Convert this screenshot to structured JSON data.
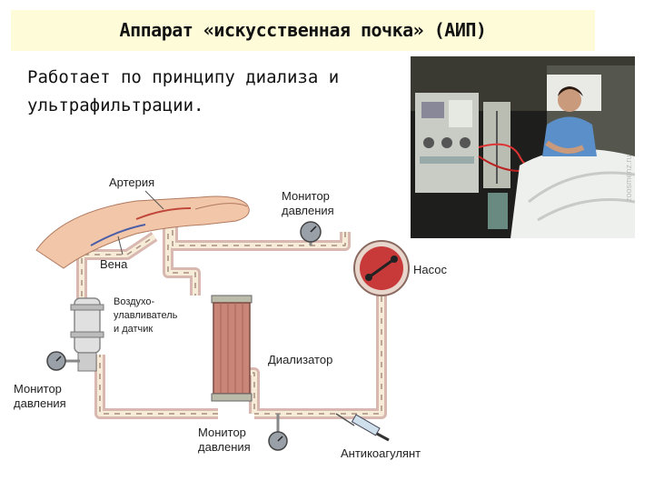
{
  "slide": {
    "title": "Аппарат «искусственная почка» (АИП)",
    "text_line1": "Работает по принципу диализа и",
    "text_line2": "ультрафильтрации."
  },
  "photo": {
    "watermark": "zoosmenz.ru",
    "icon": "patient-dialysis-photo"
  },
  "diagram": {
    "labels": {
      "artery": "Артерия",
      "vein": "Вена",
      "monitor_top_1": "Монитор",
      "monitor_top_2": "давления",
      "pump": "Насос",
      "air_trap_1": "Воздухо-",
      "air_trap_2": "улавливатель",
      "air_trap_3": "и датчик",
      "dialyzer": "Диализатор",
      "monitor_left_1": "Монитор",
      "monitor_left_2": "давления",
      "monitor_bottom_1": "Монитор",
      "monitor_bottom_2": "давления",
      "anticoagulant": "Антикоагулянт"
    },
    "colors": {
      "tube_outer": "#d8b8b0",
      "tube_inner": "#f6ecd8",
      "pump_body": "#c83a3a",
      "dialyzer": "#c98578"
    }
  }
}
